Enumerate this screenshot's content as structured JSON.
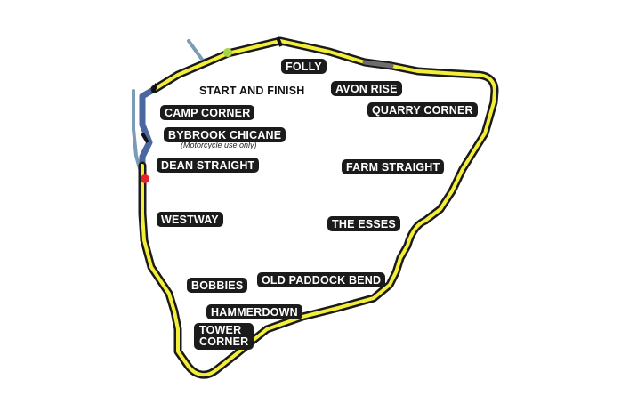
{
  "map": {
    "colors": {
      "track_outline": "#1a1a1a",
      "track_center": "#f2ee3a",
      "pit_lane": "#7a9db5",
      "chicane": "#4a67a0",
      "start_marker": "#a6d243",
      "red_marker": "#e3242b",
      "label_bg": "#1b1b1b",
      "label_text": "#ffffff"
    },
    "labels": {
      "folly": "FOLLY",
      "start_and_finish": "START AND FINISH",
      "avon_rise": "AVON RISE",
      "quarry_corner": "QUARRY CORNER",
      "camp_corner": "CAMP CORNER",
      "bybrook_chicane": "BYBROOK CHICANE",
      "bybrook_note": "(Motorcycle use only)",
      "dean_straight": "DEAN STRAIGHT",
      "farm_straight": "FARM STRAIGHT",
      "westway": "WESTWAY",
      "the_esses": "THE ESSES",
      "old_paddock_bend": "OLD PADDOCK BEND",
      "bobbies": "BOBBIES",
      "hammerdown": "HAMMERDOWN",
      "tower_corner_line1": "TOWER",
      "tower_corner_line2": "CORNER"
    }
  }
}
